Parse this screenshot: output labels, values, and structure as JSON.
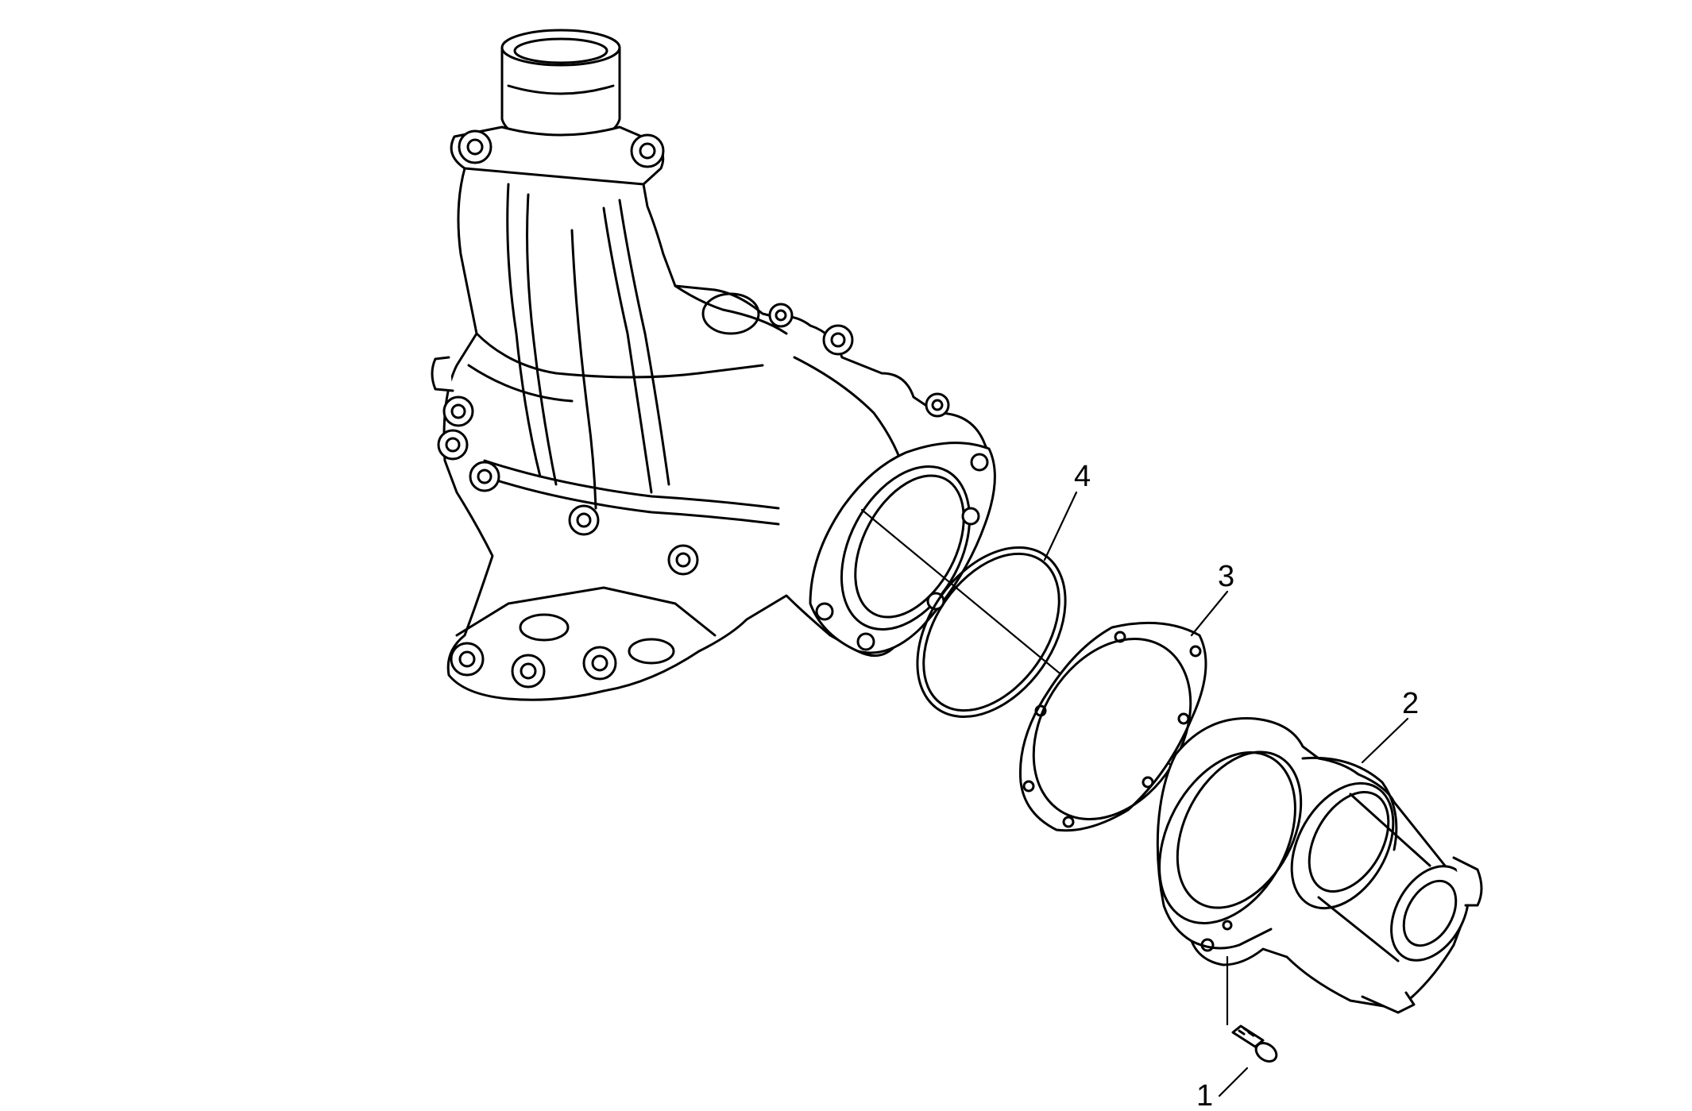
{
  "callouts": [
    {
      "id": "1",
      "text": "1",
      "part": "bolt"
    },
    {
      "id": "2",
      "text": "2",
      "part": "extension-housing"
    },
    {
      "id": "3",
      "text": "3",
      "part": "gasket"
    },
    {
      "id": "4",
      "text": "4",
      "part": "o-ring-seal"
    }
  ],
  "colors": {
    "line": "#000000",
    "background": "#ffffff"
  }
}
